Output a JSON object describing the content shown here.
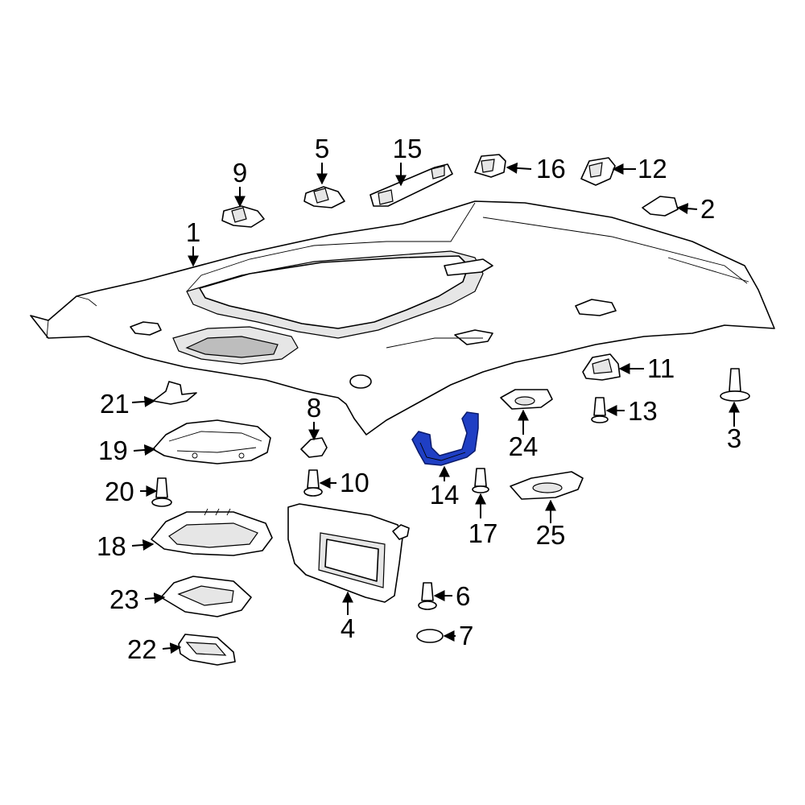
{
  "accent_color": "#1f3fc4",
  "highlighted_part": "14",
  "callouts": {
    "c1": "1",
    "c2": "2",
    "c3": "3",
    "c4": "4",
    "c5": "5",
    "c6": "6",
    "c7": "7",
    "c8": "8",
    "c9": "9",
    "c10": "10",
    "c11": "11",
    "c12": "12",
    "c13": "13",
    "c14": "14",
    "c15": "15",
    "c16": "16",
    "c17": "17",
    "c18": "18",
    "c19": "19",
    "c20": "20",
    "c21": "21",
    "c22": "22",
    "c23": "23",
    "c24": "24",
    "c25": "25"
  }
}
